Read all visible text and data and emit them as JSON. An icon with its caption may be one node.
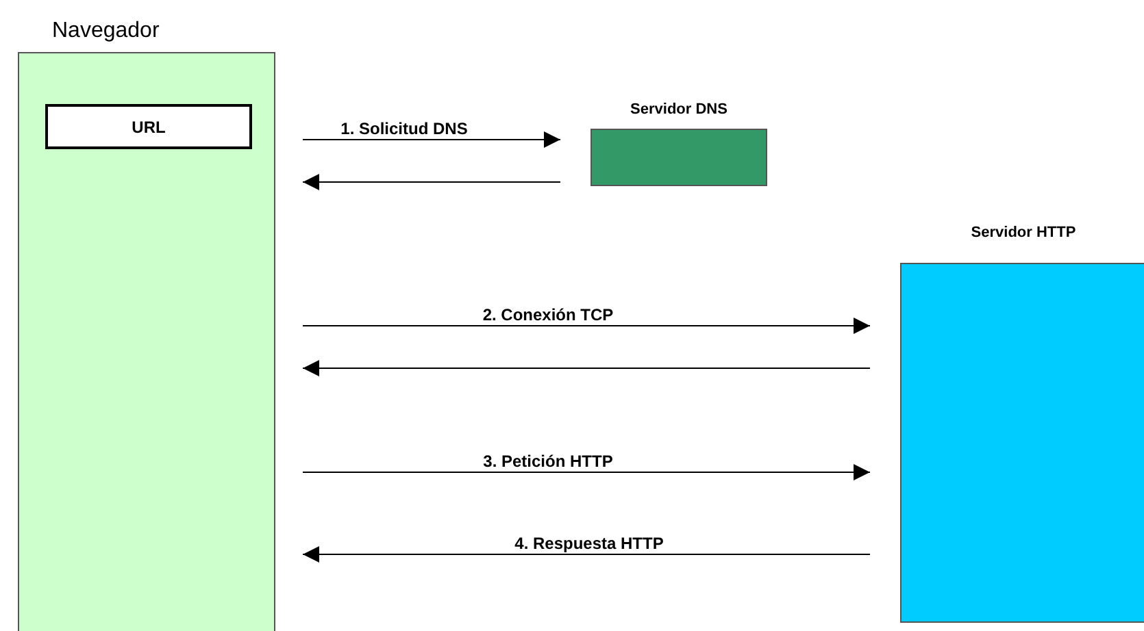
{
  "diagram": {
    "nodes": [
      {
        "text": [
          "Navegador"
        ]
      },
      {
        "text": [
          "URL"
        ],
        "in": 0
      },
      {
        "text": [
          "Servidor DNS"
        ]
      },
      {
        "text": [
          "Servidor HTTP"
        ]
      }
    ],
    "edges": [
      {
        "from": 0,
        "to": 2,
        "arrow": "to",
        "label": "1. Solicitud DNS"
      },
      {
        "from": 2,
        "to": 0,
        "arrow": "to"
      },
      {
        "from": 0,
        "to": 3,
        "arrow": "to",
        "label": "2. Conexión TCP"
      },
      {
        "from": 3,
        "to": 0,
        "arrow": "to"
      },
      {
        "from": 0,
        "to": 3,
        "arrow": "to",
        "label": "3. Petición HTTP"
      },
      {
        "from": 3,
        "to": 0,
        "arrow": "to",
        "label": "4. Respuesta HTTP"
      }
    ]
  }
}
